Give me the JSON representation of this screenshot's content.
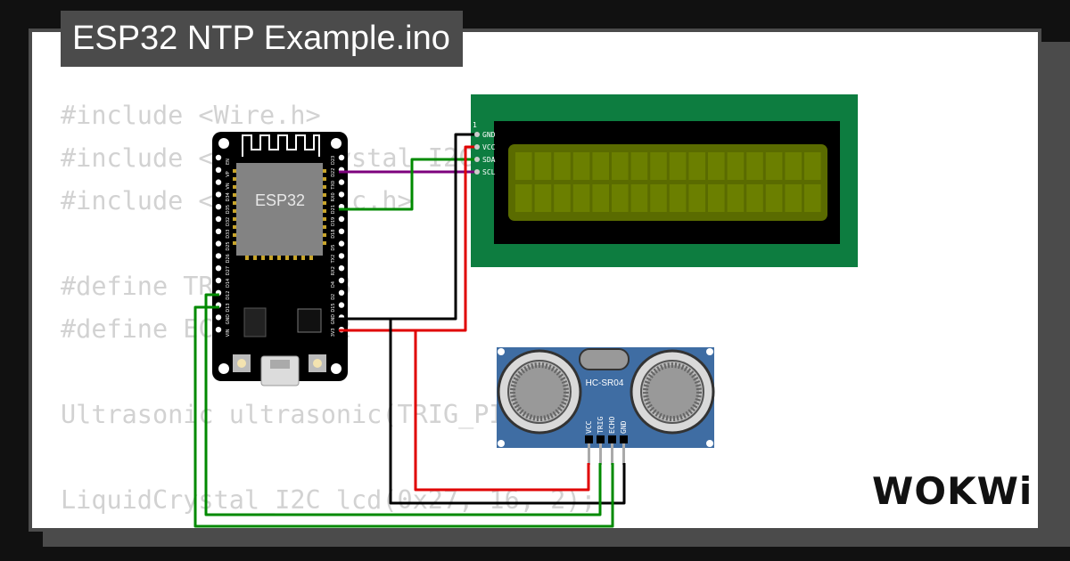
{
  "title": "ESP32 NTP Example.ino",
  "code_lines": [
    "#include <Wire.h>",
    "#include <LiquidCrystal_I2C.h>",
    "#include <Ultrasonic.h>",
    "",
    "#define TRIG_PIN 13",
    "#define ECHO_PIN 12",
    "",
    "Ultrasonic ultrasonic(TRIG_PIN, ECHO_PIN);",
    "",
    "LiquidCrystal_I2C lcd(0x27, 16, 2);"
  ],
  "esp32": {
    "label": "ESP32",
    "right_pins": [
      "D23",
      "D22",
      "TX0",
      "RX0",
      "D21",
      "D19",
      "D18",
      "D5",
      "TX2",
      "RX2",
      "D4",
      "D2",
      "D15",
      "GND",
      "3V3"
    ],
    "left_pins": [
      "EN",
      "VP",
      "VN",
      "D34",
      "D35",
      "D32",
      "D33",
      "D25",
      "D26",
      "D27",
      "D14",
      "D12",
      "D13",
      "GND",
      "VIN"
    ]
  },
  "lcd": {
    "pin1_label": "1",
    "pins": [
      "GND",
      "VCC",
      "SDA",
      "SCL"
    ]
  },
  "sensor": {
    "label": "HC-SR04",
    "pins": [
      "VCC",
      "TRIG",
      "ECHO",
      "GND"
    ]
  },
  "logo": "WOKWi",
  "colors": {
    "background": "#111111",
    "card": "#ffffff",
    "frame": "#4b4b4b",
    "code": "#d2d2d2",
    "lcd_board": "#0d7d40",
    "lcd_screen": "#5a6b00",
    "sensor_board": "#3f6da3",
    "wire_black": "#000000",
    "wire_red": "#e00000",
    "wire_green": "#008a00",
    "wire_purple": "#7d007d"
  }
}
